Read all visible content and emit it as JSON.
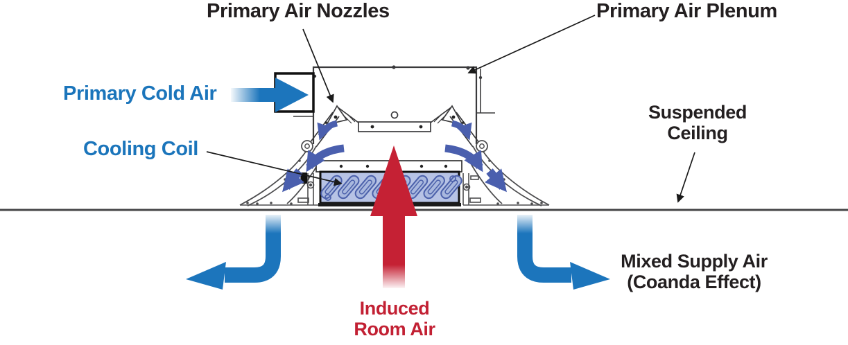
{
  "diagram": {
    "subject": "active chilled beam airflow section",
    "labels": {
      "primary_air_nozzles": "Primary Air Nozzles",
      "primary_air_plenum": "Primary Air Plenum",
      "primary_cold_air": "Primary Cold Air",
      "cooling_coil": "Cooling Coil",
      "suspended_ceiling": "Suspended\nCeiling",
      "mixed_supply_air": "Mixed Supply Air\n(Coanda Effect)",
      "induced_room_air": "Induced\nRoom Air"
    },
    "colors": {
      "label_black": "#231f20",
      "label_blue": "#1b75bb",
      "label_red": "#c22033",
      "primary_arrow_blue": "#1c75bc",
      "supply_arrow_blue": "#1c75bc",
      "induced_arrow_red": "#c52134",
      "induction_arrow_indigo": "#4a5fae",
      "coil_fill": "#b7c3e5",
      "coil_tube_outline": "#4c61ab",
      "ceiling_line_gray": "#454547",
      "drawing_line": "#3a3a3c"
    },
    "airflows": [
      {
        "name": "primary-cold-air",
        "color": "#1c75bc",
        "direction": "horizontal right into plenum inlet",
        "fade": "tail fades to white at left"
      },
      {
        "name": "induced-room-air",
        "color": "#c52134",
        "direction": "vertical up from room through cooling coil",
        "fade": "tail fades to white at bottom"
      },
      {
        "name": "mixed-supply-left",
        "color": "#1c75bc",
        "direction": "down out of beam then left along ceiling",
        "fade": "tail fades to white at top"
      },
      {
        "name": "mixed-supply-right",
        "color": "#1c75bc",
        "direction": "down out of beam then right along ceiling",
        "fade": "tail fades to white at top"
      },
      {
        "name": "induction-arrows-left",
        "color": "#4a5fae",
        "count": 3,
        "direction": "cascading down-left along discharge slot"
      },
      {
        "name": "induction-arrows-right",
        "color": "#4a5fae",
        "count": 3,
        "direction": "cascading down-right along discharge slot"
      }
    ]
  }
}
